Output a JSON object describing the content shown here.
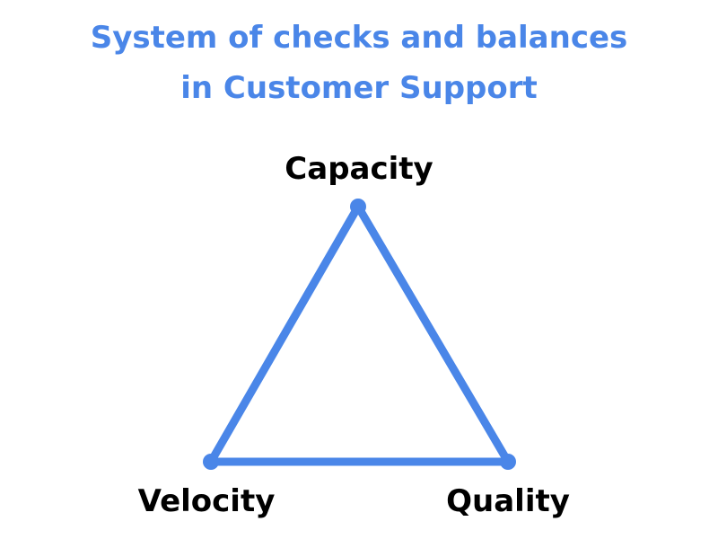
{
  "title": {
    "line1": "System of checks and balances",
    "line2": "in Customer Support"
  },
  "diagram": {
    "vertices": {
      "top": "Capacity",
      "bottom_left": "Velocity",
      "bottom_right": "Quality"
    }
  },
  "colors": {
    "accent": "#4a86e8",
    "label": "#000000",
    "background": "#ffffff"
  }
}
